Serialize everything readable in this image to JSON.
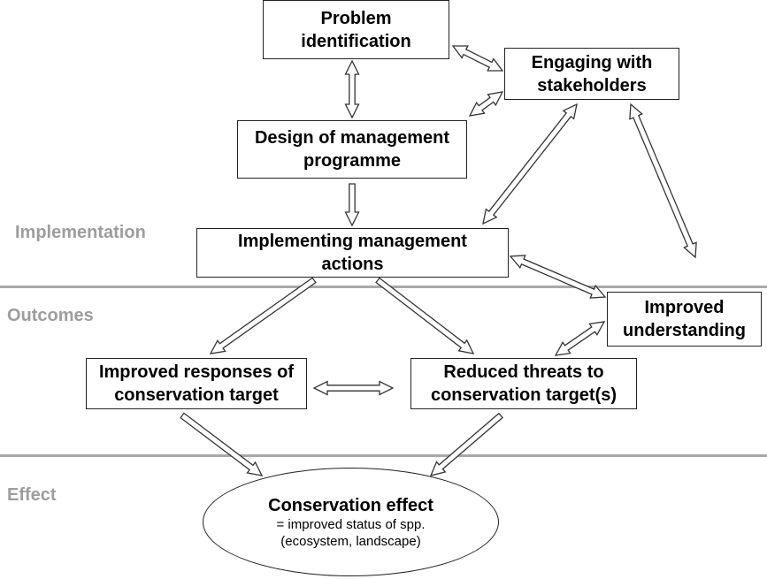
{
  "zones": {
    "implementation": "Implementation",
    "outcomes": "Outcomes",
    "effect": "Effect"
  },
  "nodes": {
    "problem": "Problem identification",
    "stakeholders": "Engaging with stakeholders",
    "design": "Design of management programme",
    "implementing": "Implementing management actions",
    "understanding": "Improved understanding",
    "responses": "Improved responses of conservation target",
    "threats": "Reduced threats to conservation target(s)",
    "effect_title": "Conservation effect",
    "effect_line1": "= improved status of spp.",
    "effect_line2": "(ecosystem, landscape)"
  },
  "edges": [
    {
      "from": "problem",
      "to": "stakeholders",
      "direction": "both"
    },
    {
      "from": "problem",
      "to": "design",
      "direction": "both"
    },
    {
      "from": "design",
      "to": "stakeholders",
      "direction": "both"
    },
    {
      "from": "design",
      "to": "implementing",
      "direction": "forward"
    },
    {
      "from": "implementing",
      "to": "stakeholders",
      "direction": "both"
    },
    {
      "from": "stakeholders",
      "to": "outcomes",
      "direction": "both"
    },
    {
      "from": "implementing",
      "to": "understanding",
      "direction": "both"
    },
    {
      "from": "implementing",
      "to": "responses",
      "direction": "forward"
    },
    {
      "from": "implementing",
      "to": "threats",
      "direction": "forward"
    },
    {
      "from": "responses",
      "to": "threats",
      "direction": "both"
    },
    {
      "from": "threats",
      "to": "understanding",
      "direction": "both"
    },
    {
      "from": "responses",
      "to": "effect",
      "direction": "forward"
    },
    {
      "from": "threats",
      "to": "effect",
      "direction": "forward"
    }
  ],
  "colors": {
    "zone_label": "#9d9d9d",
    "divider": "#a9a9a9",
    "box_border": "#222222",
    "arrow_stroke": "#333333"
  }
}
